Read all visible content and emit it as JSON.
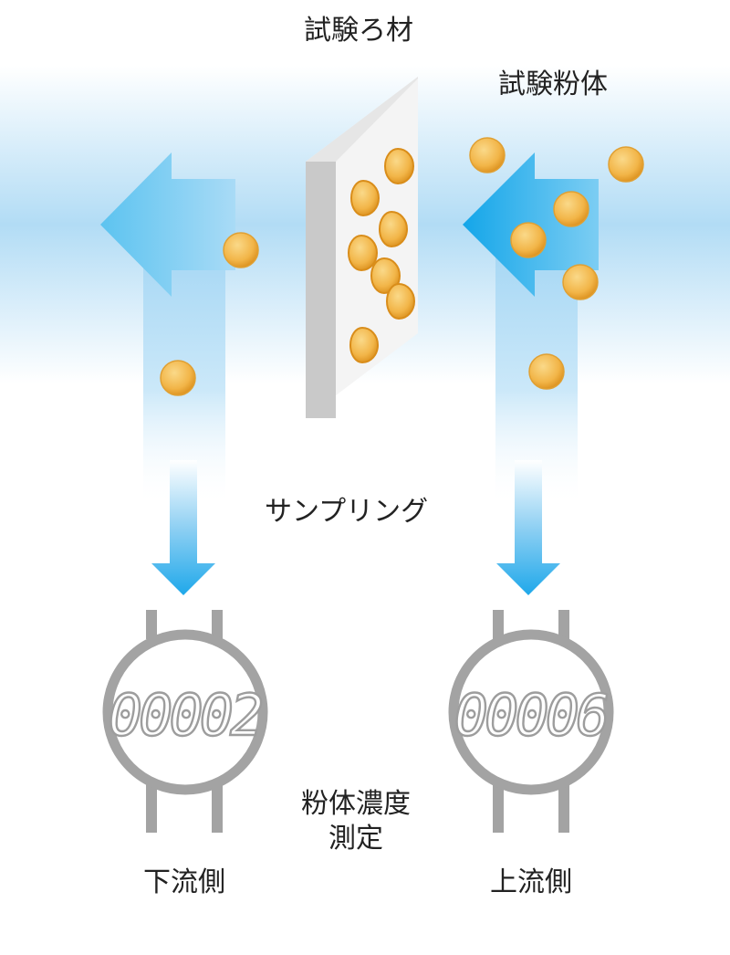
{
  "labels": {
    "filter": "試験ろ材",
    "powder": "試験粉体",
    "sampling": "サンプリング",
    "measure_line1": "粉体濃度",
    "measure_line2": "測定",
    "downstream": "下流側",
    "upstream": "上流側"
  },
  "meters": {
    "downstream_reading": "00002",
    "upstream_reading": "00006"
  },
  "colors": {
    "airflow": "#43b8ec",
    "arrow_strong": "#1aa5e8",
    "particle": "#f2b548",
    "particle_edge": "#d98d1a",
    "filter_face": "#f2f2f2",
    "filter_side": "#c8c8c8",
    "meter_gray": "#a3a3a3",
    "display_digit": "#9d9d9d"
  }
}
